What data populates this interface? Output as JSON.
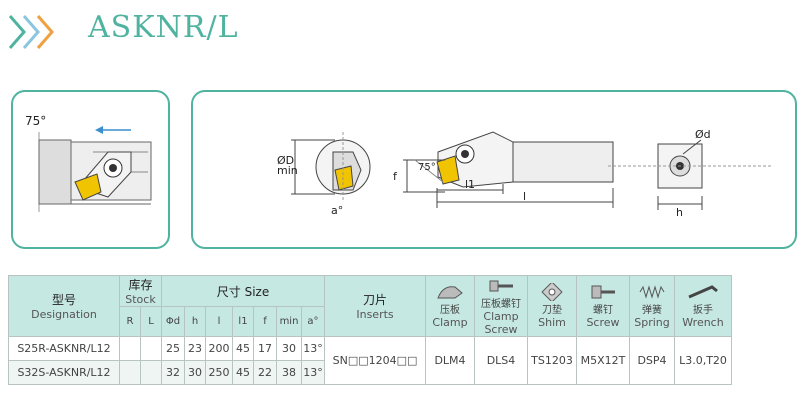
{
  "header": {
    "title": "ASKNR/L"
  },
  "panel_left": {
    "angle_label": "75°"
  },
  "panel_right": {
    "dim_labels": {
      "phi_d_min": [
        "ØD",
        "min"
      ],
      "a": "a°",
      "angle": "75°",
      "f": "f",
      "l1": "l1",
      "l": "l",
      "phi_d": "Ød",
      "h": "h"
    }
  },
  "table": {
    "designation_cn": "型号",
    "designation_en": "Designation",
    "stock_cn": "库存",
    "stock_en": "Stock",
    "stock_r": "R",
    "stock_l": "L",
    "size_label": "尺寸 Size",
    "size_cols": [
      "Φd",
      "h",
      "l",
      "l1",
      "f",
      "min",
      "a°"
    ],
    "insert_cn": "刀片",
    "insert_en": "Inserts",
    "clamp_cn": "压板",
    "clamp_en": "Clamp",
    "clampscrew_cn": "压板螺钉",
    "clampscrew_en": "Clamp Screw",
    "shim_cn": "刀垫",
    "shim_en": "Shim",
    "screw_cn": "螺钉",
    "screw_en": "Screw",
    "spring_cn": "弹簧",
    "spring_en": "Spring",
    "wrench_cn": "扳手",
    "wrench_en": "Wrench",
    "rows": [
      {
        "designation": "S25R-ASKNR/L12",
        "r": "",
        "l": "",
        "d": "25",
        "h": "23",
        "len": "200",
        "l1": "45",
        "f": "17",
        "min": "30",
        "a": "13°"
      },
      {
        "designation": "S32S-ASKNR/L12",
        "r": "",
        "l": "",
        "d": "32",
        "h": "30",
        "len": "250",
        "l1": "45",
        "f": "22",
        "min": "38",
        "a": "13°"
      }
    ],
    "shared": {
      "insert": "SN□□1204□□",
      "clamp": "DLM4",
      "clampscrew": "DLS4",
      "shim": "TS1203",
      "screw": "M5X12T",
      "spring": "DSP4",
      "wrench": "L3.0,T20"
    }
  }
}
